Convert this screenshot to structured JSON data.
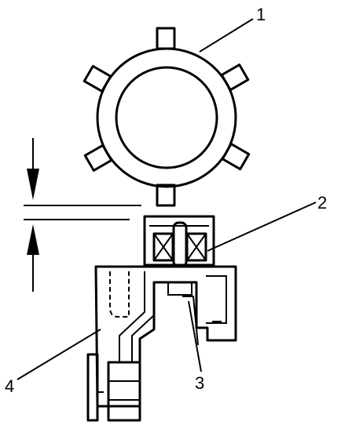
{
  "diagram": {
    "callouts": [
      {
        "id": "1",
        "label": "1"
      },
      {
        "id": "2",
        "label": "2"
      },
      {
        "id": "3",
        "label": "3"
      },
      {
        "id": "4",
        "label": "4"
      }
    ]
  },
  "colors": {
    "ink": "#000000",
    "paper": "#ffffff"
  }
}
